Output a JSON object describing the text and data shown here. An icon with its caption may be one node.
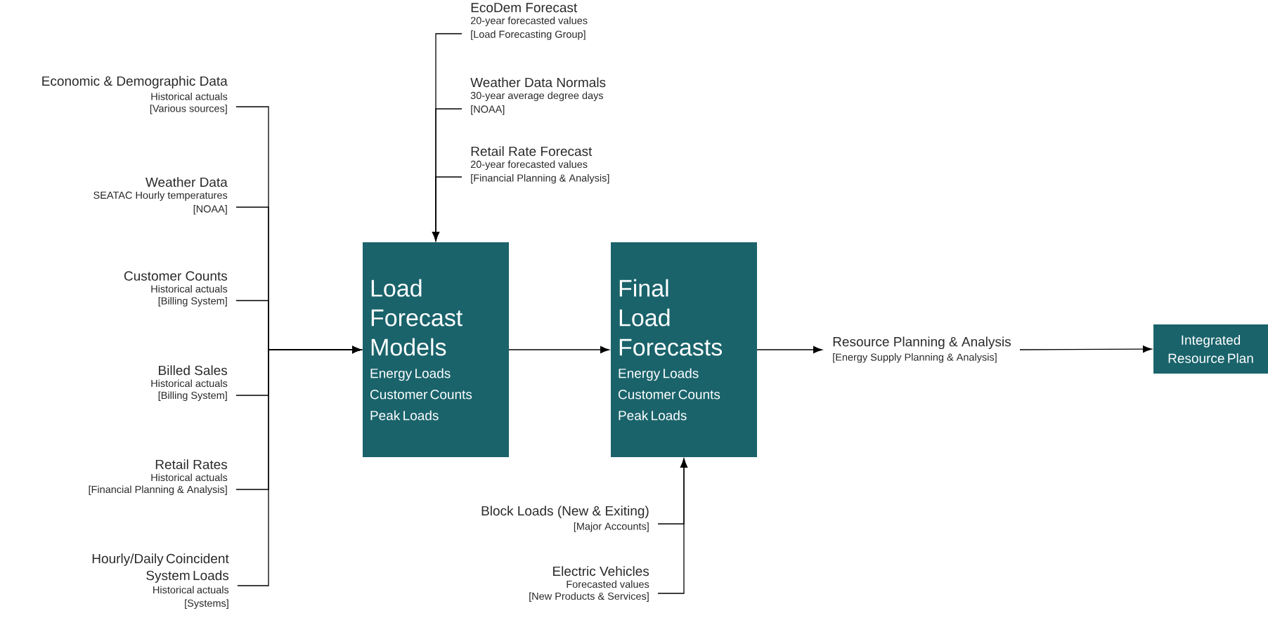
{
  "diagram": {
    "nodes": [
      {
        "text": [
          "Economic & Demographic Data",
          "Historical actuals",
          "[Various sources]"
        ]
      },
      {
        "text": [
          "Weather Data",
          "SEATAC Hourly temperatures",
          "[NOAA]"
        ]
      },
      {
        "text": [
          "Customer Counts",
          "Historical actuals",
          "[Billing System]"
        ]
      },
      {
        "text": [
          "Billed Sales",
          "Historical actuals",
          "[Billing System]"
        ]
      },
      {
        "text": [
          "Retail Rates",
          "Historical actuals",
          "[Financial Planning & Analysis]"
        ]
      },
      {
        "text": [
          "Hourly/Daily Coincident System Loads",
          "Historical actuals",
          "[Systems]"
        ]
      },
      {
        "text": [
          "EcoDem Forecast",
          "20-year forecasted values",
          "[Load Forecasting Group]"
        ]
      },
      {
        "text": [
          "Weather Data Normals",
          "30-year average degree days",
          "[NOAA]"
        ]
      },
      {
        "text": [
          "Retail Rate Forecast",
          "20-year forecasted values",
          "[Financial Planning & Analysis]"
        ]
      },
      {
        "text": [
          "Load Forecast Models",
          "Energy Loads",
          "Customer Counts",
          "Peak Loads"
        ]
      },
      {
        "text": [
          "Final Load Forecasts",
          "Energy Loads",
          "Customer Counts",
          "Peak Loads"
        ]
      },
      {
        "text": [
          "Block Loads (New & Exiting)",
          "[Major Accounts]"
        ]
      },
      {
        "text": [
          "Electric Vehicles",
          "Forecasted values",
          "[New Products & Services]"
        ]
      },
      {
        "text": [
          "Resource Planning & Analysis",
          "[Energy Supply Planning & Analysis]"
        ]
      },
      {
        "text": [
          "Integrated Resource Plan"
        ]
      }
    ],
    "edges": [
      {
        "from": 0,
        "to": 9,
        "arrow": "to"
      },
      {
        "from": 1,
        "to": 9,
        "arrow": "to"
      },
      {
        "from": 2,
        "to": 9,
        "arrow": "to"
      },
      {
        "from": 3,
        "to": 9,
        "arrow": "to"
      },
      {
        "from": 4,
        "to": 9,
        "arrow": "to"
      },
      {
        "from": 5,
        "to": 9,
        "arrow": "to"
      },
      {
        "from": 6,
        "to": 9,
        "arrow": "to"
      },
      {
        "from": 7,
        "to": 9,
        "arrow": "to"
      },
      {
        "from": 8,
        "to": 9,
        "arrow": "to"
      },
      {
        "from": 9,
        "to": 10,
        "arrow": "to"
      },
      {
        "from": 11,
        "to": 10,
        "arrow": "to"
      },
      {
        "from": 12,
        "to": 10,
        "arrow": "to"
      },
      {
        "from": 10,
        "to": 13,
        "arrow": "to"
      },
      {
        "from": 13,
        "to": 14,
        "arrow": "to"
      }
    ]
  }
}
